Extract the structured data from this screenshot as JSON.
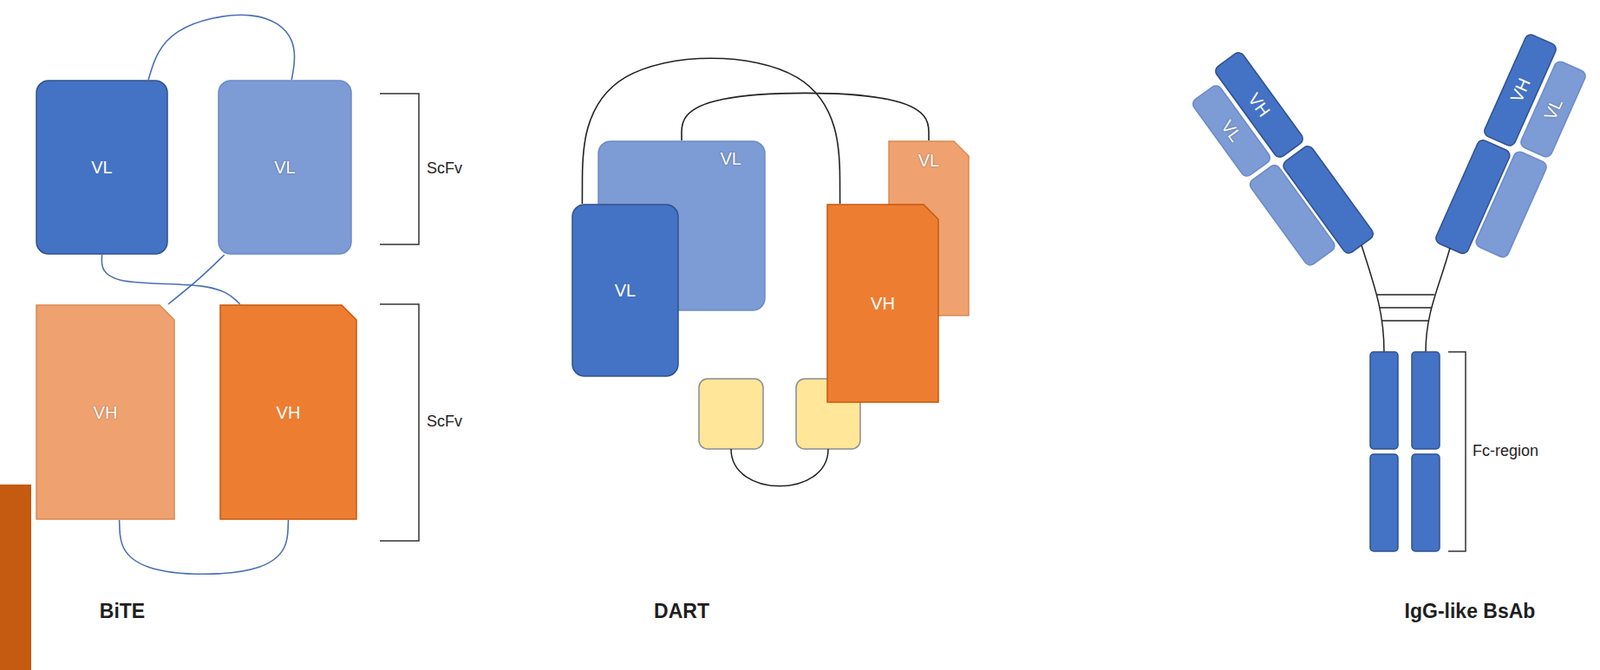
{
  "diagram": {
    "nodes": [
      {
        "text": [
          "VL"
        ]
      },
      {
        "text": [
          "VL"
        ]
      },
      {
        "text": [
          "VH"
        ]
      },
      {
        "text": [
          "VH"
        ]
      },
      {
        "text": [
          "VL"
        ]
      },
      {
        "text": [
          "VL"
        ]
      },
      {
        "text": [
          "VL"
        ]
      },
      {
        "text": [
          "VH"
        ]
      },
      {
        "text": [
          "VL"
        ]
      },
      {
        "text": [
          "VH"
        ]
      },
      {
        "text": [
          "VH"
        ]
      },
      {
        "text": [
          "VL"
        ]
      }
    ],
    "edges": [
      {
        "from": 0,
        "to": 1,
        "arrow": "none"
      },
      {
        "from": 1,
        "to": 2,
        "arrow": "none"
      },
      {
        "from": 2,
        "to": 3,
        "arrow": "none"
      },
      {
        "from": 0,
        "to": 3,
        "arrow": "none"
      },
      {
        "from": 4,
        "to": 6,
        "arrow": "none"
      },
      {
        "from": 5,
        "to": 7,
        "arrow": "none"
      }
    ],
    "labels": [
      "ScFv",
      "ScFv",
      "Fc-region",
      "BiTE",
      "DART",
      "IgG-like BsAb"
    ]
  }
}
